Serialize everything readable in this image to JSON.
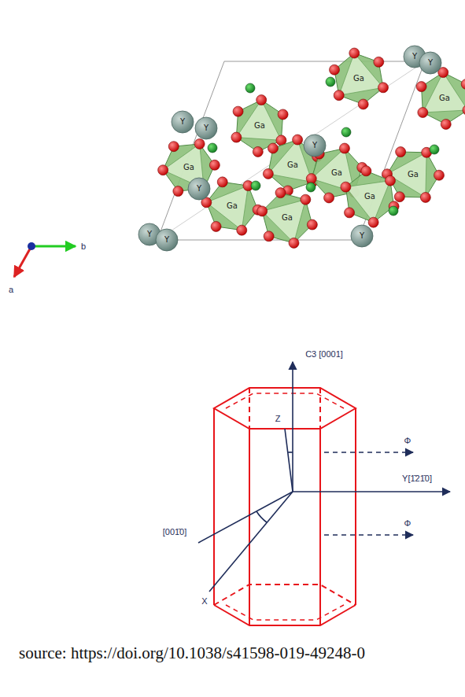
{
  "diagram": {
    "caption": "source: https://doi.org/10.1038/s41598-019-49248-0",
    "labels": [
      "a",
      "b",
      "Y",
      "Y",
      "Y",
      "Y",
      "Y",
      "Y",
      "Y",
      "Y",
      "Y",
      "Ga",
      "Ga",
      "Ga",
      "Ga",
      "Ga",
      "Ga",
      "Ga",
      "Ga",
      "Ga",
      "Ga",
      "C3 [0001]",
      "Z",
      "Φ",
      "Φ",
      "Y[1̄21̄0]",
      "[001̄0]",
      "X"
    ]
  }
}
